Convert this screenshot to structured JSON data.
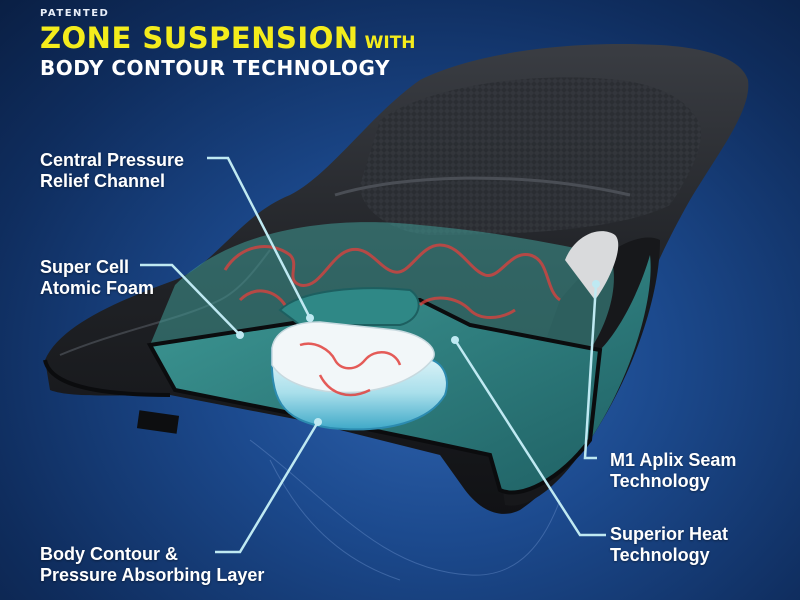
{
  "header": {
    "badge": "PATENTED",
    "title_main": "ZONE SUSPENSION",
    "title_suffix": "WITH",
    "subtitle": "BODY CONTOUR TECHNOLOGY"
  },
  "callouts": {
    "central_pressure": {
      "line1": "Central Pressure",
      "line2": "Relief Channel"
    },
    "super_cell": {
      "line1": "Super Cell",
      "line2": "Atomic Foam"
    },
    "m1_aplix": {
      "line1": "M1 Aplix Seam",
      "line2": "Technology"
    },
    "superior_heat": {
      "line1": "Superior Heat",
      "line2": "Technology"
    },
    "body_contour": {
      "line1": "Body Contour &",
      "line2": "Pressure Absorbing Layer"
    }
  },
  "colors": {
    "title_yellow": "#f4ec1c",
    "leader_line": "#bfe9f2",
    "foam_teal": "#3f9a96",
    "heat_red": "#e2403c",
    "seat_black": "#1b1d21"
  }
}
